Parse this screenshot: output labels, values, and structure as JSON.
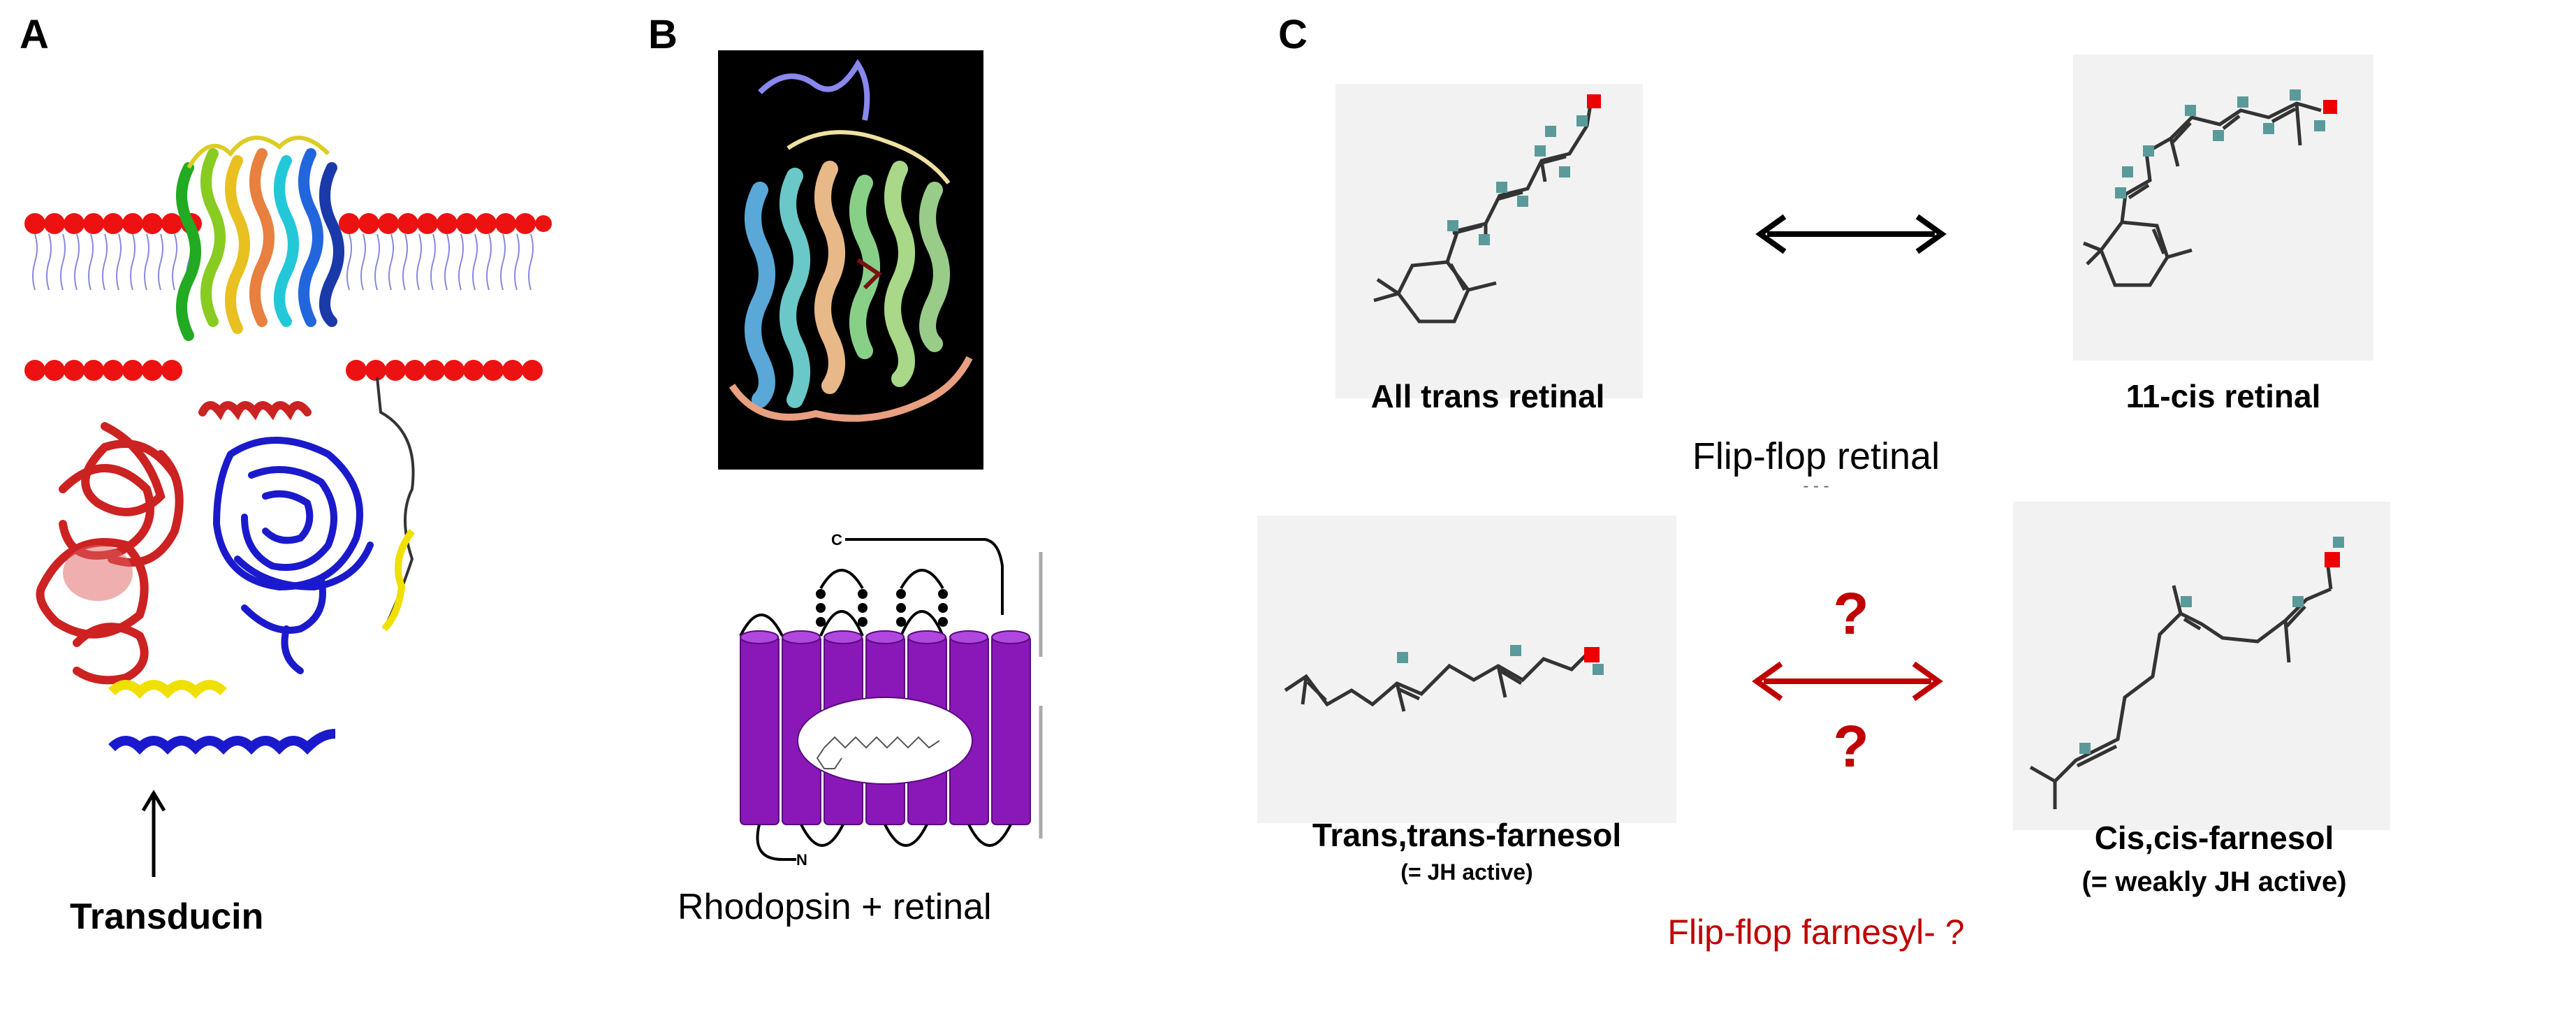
{
  "panels": {
    "a": {
      "letter": "A",
      "caption": "Transducin"
    },
    "b": {
      "letter": "B",
      "caption": "Rhodopsin + retinal",
      "cterm": "C",
      "nterm": "N"
    },
    "c": {
      "letter": "C",
      "top_left_caption": "All trans retinal",
      "top_right_caption": "11-cis retinal",
      "top_title": "Flip-flop retinal",
      "top_subtitle": "- - -",
      "bottom_left_caption": "Trans,trans-farnesol",
      "bottom_left_sub": "(= JH active)",
      "bottom_right_caption": "Cis,cis-farnesol",
      "bottom_right_sub": "(= weakly JH active)",
      "question_top": "?",
      "question_bottom": "?",
      "bottom_title": "Flip-flop farnesyl- ?"
    }
  },
  "colors": {
    "lipid_head": "#ee1111",
    "lipid_tail": "#8888dd",
    "gtalpha": "#cc2222",
    "gtbeta": "#1a1acc",
    "gtgamma": "#f0e000",
    "rhodopsin_purple": "#8a18b8",
    "oxygen": "#ee0000",
    "hydrogen": "#4f8f8f",
    "arrow_red": "#c00000",
    "question_red": "#c00000"
  },
  "icons": [
    "arrow-up-icon",
    "double-arrow-icon",
    "red-double-arrow-icon"
  ]
}
